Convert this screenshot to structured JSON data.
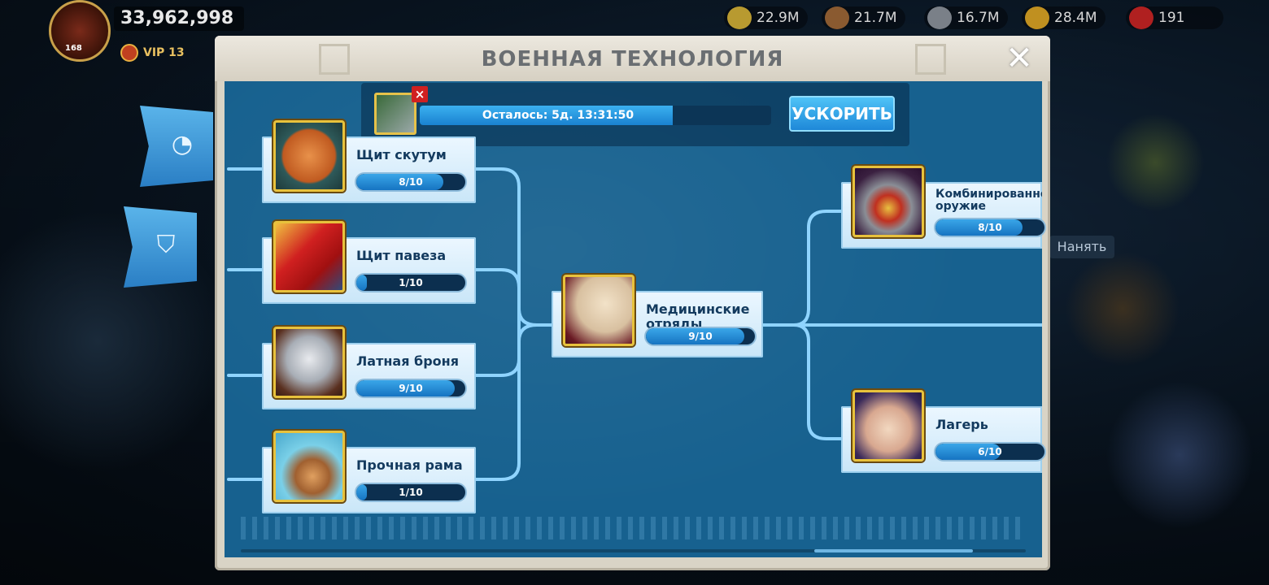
{
  "top_bar": {
    "power": "33,962,998",
    "level": "168",
    "vip": "VIP 13",
    "resources": [
      {
        "icon": "food-icon",
        "value": "22.9M",
        "color": "#d8b040"
      },
      {
        "icon": "wood-icon",
        "value": "21.7M",
        "color": "#b07040"
      },
      {
        "icon": "stone-icon",
        "value": "16.7M",
        "color": "#9aa0a6"
      },
      {
        "icon": "gold-icon",
        "value": "28.4M",
        "color": "#e0b030"
      },
      {
        "icon": "gem-icon",
        "value": "191",
        "color": "#d03030"
      }
    ]
  },
  "side_tabs": [
    {
      "icon": "economy-tech-icon"
    },
    {
      "icon": "military-tech-icon"
    }
  ],
  "panel": {
    "title": "ВОЕННАЯ ТЕХНОЛОГИЯ",
    "close_label": "✕"
  },
  "research": {
    "time_left": "Осталось: 5д. 13:31:50",
    "progress": 0.72,
    "speedup_label": "УСКОРИТЬ",
    "cancel_label": "×"
  },
  "techs": [
    {
      "name": "Щит скутум",
      "progress": "8/10",
      "ratio": 0.8,
      "icon": "scutum-shield-icon"
    },
    {
      "name": "Щит павеза",
      "progress": "1/10",
      "ratio": 0.1,
      "icon": "pavise-shield-icon"
    },
    {
      "name": "Латная броня",
      "progress": "9/10",
      "ratio": 0.9,
      "icon": "plate-armor-icon"
    },
    {
      "name": "Прочная рама",
      "progress": "1/10",
      "ratio": 0.1,
      "icon": "sturdy-frame-icon"
    },
    {
      "name": "Медицинские отряды",
      "progress": "9/10",
      "ratio": 0.9,
      "icon": "medical-troops-icon"
    },
    {
      "name": "Комбинированное оружие",
      "progress": "8/10",
      "ratio": 0.8,
      "icon": "combined-weapons-icon"
    },
    {
      "name": "Лагерь",
      "progress": "6/10",
      "ratio": 0.6,
      "icon": "camp-icon"
    }
  ],
  "hire_label": "Нанять"
}
